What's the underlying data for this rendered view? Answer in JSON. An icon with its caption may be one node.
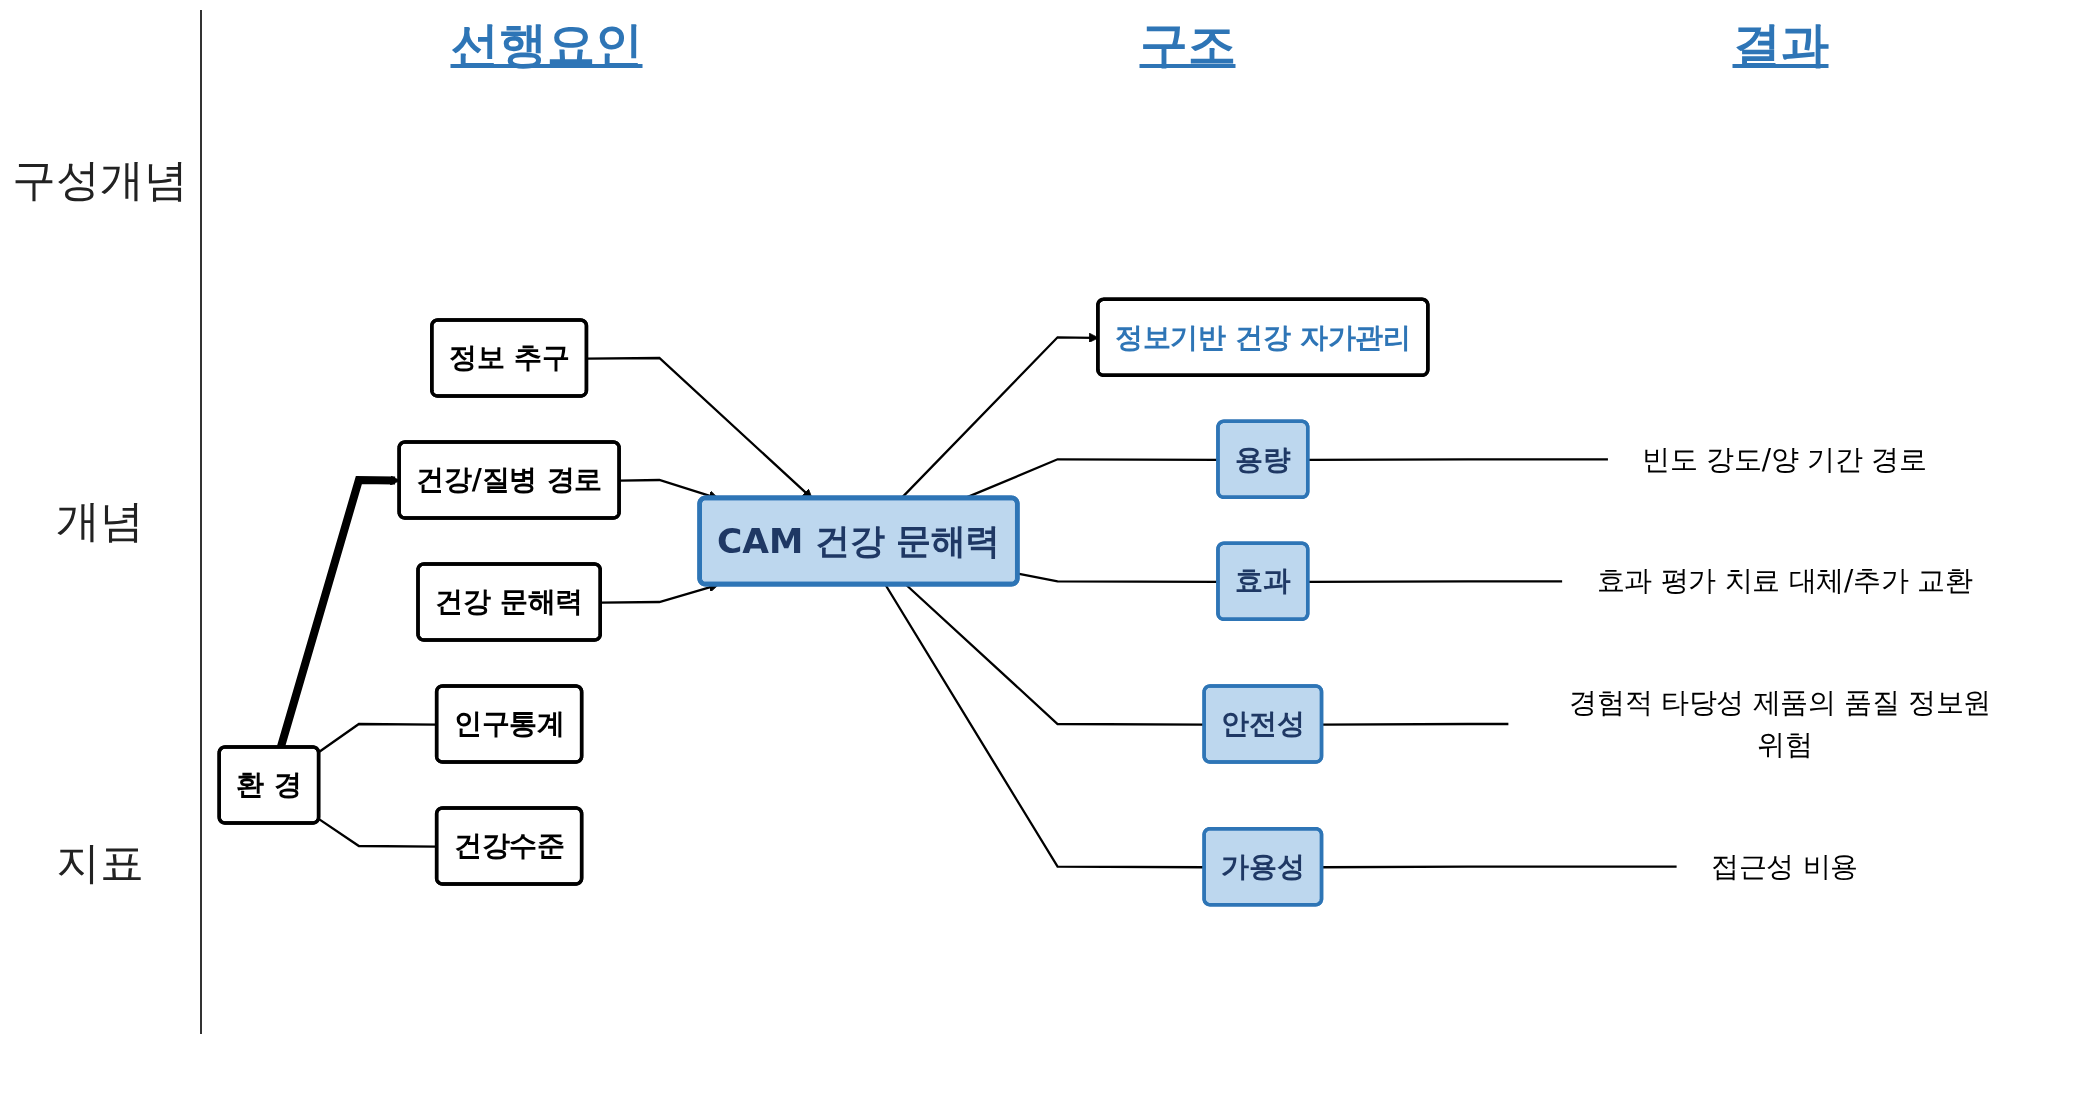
{
  "diagram": {
    "nodes": [
      {
        "text": [
          "환 경"
        ]
      },
      {
        "text": [
          "정보 추구"
        ]
      },
      {
        "text": [
          "건강/질병 경로"
        ]
      },
      {
        "text": [
          "건강 문해력"
        ]
      },
      {
        "text": [
          "CAM 건강 문해력"
        ]
      },
      {
        "text": [
          "정보기반 건강 자가관리"
        ]
      },
      {
        "text": [
          "인구통계"
        ]
      },
      {
        "text": [
          "건강수준"
        ]
      },
      {
        "text": [
          "용량"
        ]
      },
      {
        "text": [
          "효과"
        ]
      },
      {
        "text": [
          "안전성"
        ]
      },
      {
        "text": [
          "가용성"
        ]
      },
      {
        "text": [
          "빈도 강도/양 기간 경로"
        ]
      },
      {
        "text": [
          "효과 평가 치료 대체/추가 교환"
        ]
      },
      {
        "text": [
          "경험적 타당성 제품의 품질 정보원 위험"
        ]
      },
      {
        "text": [
          "접근성 비용"
        ]
      }
    ],
    "edges": [
      {
        "from": 0,
        "to": 2,
        "arrow": "to",
        "style": "thick"
      },
      {
        "from": 1,
        "to": 4,
        "arrow": "to"
      },
      {
        "from": 2,
        "to": 4,
        "arrow": "to"
      },
      {
        "from": 3,
        "to": 4,
        "arrow": "to"
      },
      {
        "from": 4,
        "to": 5,
        "arrow": "to"
      },
      {
        "from": 0,
        "to": 6,
        "arrow": "none"
      },
      {
        "from": 0,
        "to": 7,
        "arrow": "none"
      },
      {
        "from": 4,
        "to": 8,
        "arrow": "none"
      },
      {
        "from": 4,
        "to": 9,
        "arrow": "none"
      },
      {
        "from": 4,
        "to": 10,
        "arrow": "none"
      },
      {
        "from": 4,
        "to": 11,
        "arrow": "none"
      },
      {
        "from": 8,
        "to": 12,
        "arrow": "none"
      },
      {
        "from": 9,
        "to": 13,
        "arrow": "none"
      },
      {
        "from": 10,
        "to": 14,
        "arrow": "none"
      },
      {
        "from": 11,
        "to": 15,
        "arrow": "none"
      }
    ],
    "labels": [
      "선행요인",
      "구조",
      "결과",
      "구성개념",
      "개념",
      "지표"
    ]
  }
}
